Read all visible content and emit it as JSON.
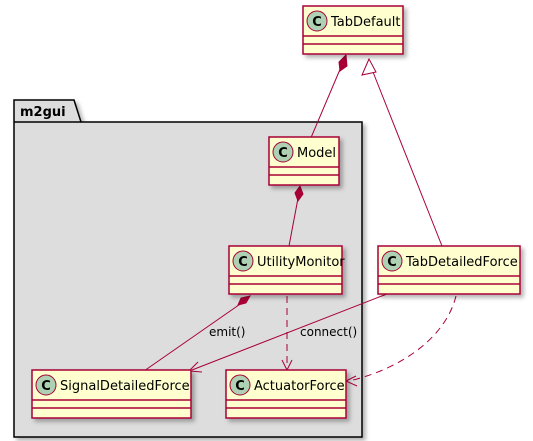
{
  "diagram": {
    "package": {
      "name": "m2gui"
    },
    "stereotype_glyph": "C",
    "classes": {
      "tab_default": "TabDefault",
      "model": "Model",
      "utility_monitor": "UtilityMonitor",
      "tab_detailed_force": "TabDetailedForce",
      "signal_detailed_force": "SignalDetailedForce",
      "actuator_force": "ActuatorForce"
    },
    "edge_labels": {
      "emit": "emit()",
      "connect": "connect()"
    },
    "colors": {
      "class_fill": "#FEFECE",
      "class_border": "#A80036",
      "stereotype_circle": "#ADD1B2",
      "package_fill": "#DDDDDD",
      "edge": "#A80036"
    }
  }
}
